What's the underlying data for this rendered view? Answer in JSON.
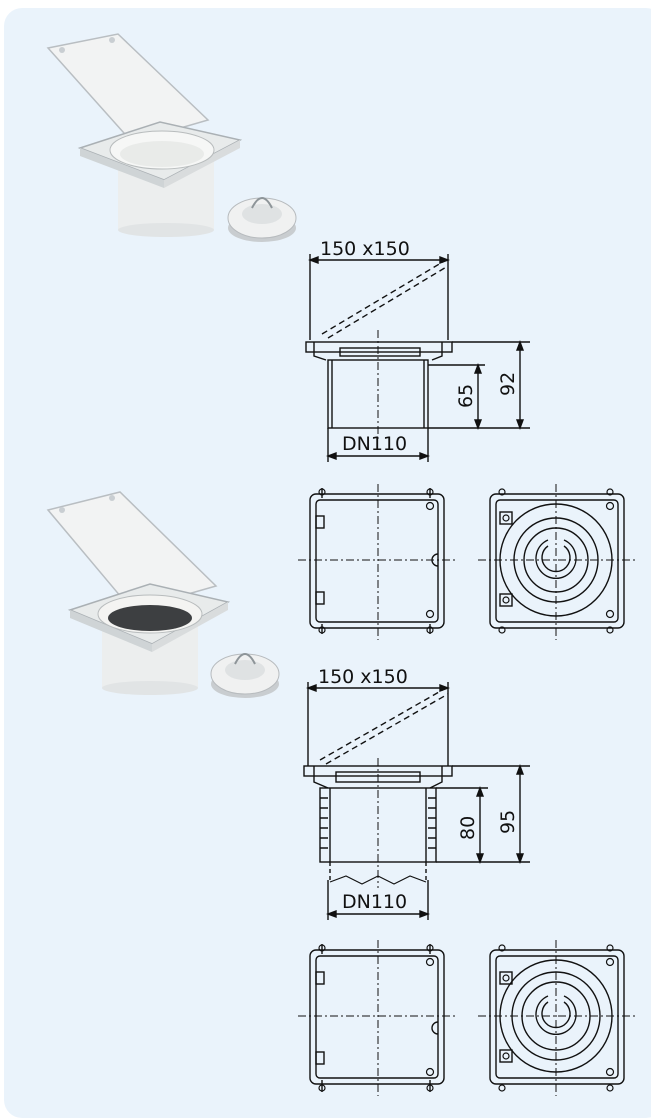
{
  "section1": {
    "dimension_top": "150 x150",
    "dim_height_inner": "65",
    "dim_height_outer": "92",
    "dim_pipe": "DN110"
  },
  "section2": {
    "dimension_top": "150 x150",
    "dim_height_inner": "80",
    "dim_height_outer": "95",
    "dim_pipe": "DN110"
  }
}
